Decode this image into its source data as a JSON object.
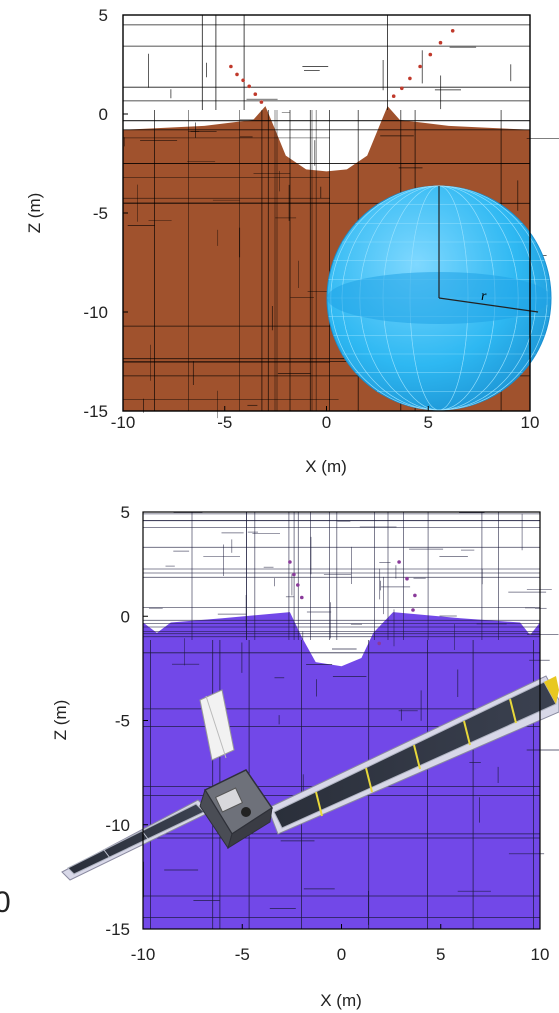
{
  "chart_data": [
    {
      "type": "heatmap",
      "panel": "top",
      "xlabel": "X (m)",
      "ylabel": "Z (m)",
      "xlim": [
        -10,
        10
      ],
      "ylim": [
        -15,
        5
      ],
      "x_ticks": [
        -10,
        -5,
        0,
        5,
        10
      ],
      "y_ticks": [
        5,
        0,
        -5,
        -10,
        -15
      ],
      "x_tick_labels": [
        "-10",
        "-5",
        "0",
        "5",
        "10"
      ],
      "y_tick_labels": [
        "5",
        "0",
        "-5",
        "-10",
        "-15"
      ],
      "grid": true,
      "fill_color": "#a0522d",
      "mesh_color": "#000000",
      "surface_profile": [
        [
          -10,
          -0.8
        ],
        [
          -6,
          -0.6
        ],
        [
          -3.6,
          -0.3
        ],
        [
          -3.0,
          0.4
        ],
        [
          -2.6,
          -0.6
        ],
        [
          -2.0,
          -2.1
        ],
        [
          -1.0,
          -2.8
        ],
        [
          0,
          -2.9
        ],
        [
          1.0,
          -2.8
        ],
        [
          2.0,
          -2.1
        ],
        [
          2.6,
          -0.6
        ],
        [
          3.0,
          0.4
        ],
        [
          3.6,
          -0.3
        ],
        [
          6,
          -0.6
        ],
        [
          10,
          -0.8
        ]
      ],
      "ejecta_points": [
        [
          -4.7,
          2.4
        ],
        [
          -4.4,
          2.0
        ],
        [
          -4.1,
          1.7
        ],
        [
          -3.8,
          1.4
        ],
        [
          -3.5,
          1.0
        ],
        [
          -3.2,
          0.6
        ],
        [
          3.3,
          0.9
        ],
        [
          3.7,
          1.3
        ],
        [
          4.1,
          1.8
        ],
        [
          4.6,
          2.4
        ],
        [
          5.1,
          3.0
        ],
        [
          5.6,
          3.6
        ],
        [
          6.2,
          4.2
        ]
      ],
      "inset": {
        "shape": "sphere",
        "label": "r",
        "color": "#29b6f6"
      }
    },
    {
      "type": "heatmap",
      "panel": "bottom",
      "xlabel": "X (m)",
      "ylabel": "Z (m)",
      "xlim": [
        -10,
        10
      ],
      "ylim": [
        -15,
        5
      ],
      "x_ticks": [
        -10,
        -5,
        0,
        5,
        10
      ],
      "y_ticks": [
        5,
        0,
        -5,
        -10,
        -15
      ],
      "x_tick_labels": [
        "-10",
        "-5",
        "0",
        "5",
        "10"
      ],
      "y_tick_labels": [
        "5",
        "0",
        "-5",
        "-10",
        "-15"
      ],
      "grid": true,
      "fill_color": "#7248e8",
      "mesh_color": "#1a1a3a",
      "surface_profile": [
        [
          -10,
          -0.3
        ],
        [
          -9.3,
          -0.8
        ],
        [
          -8.6,
          -0.3
        ],
        [
          -6,
          -0.1
        ],
        [
          -2.6,
          0.2
        ],
        [
          -2.0,
          -1.0
        ],
        [
          -1.3,
          -2.2
        ],
        [
          0,
          -2.4
        ],
        [
          1.0,
          -2.0
        ],
        [
          1.6,
          -0.8
        ],
        [
          2.6,
          0.2
        ],
        [
          6,
          -0.1
        ],
        [
          9.0,
          -0.3
        ],
        [
          9.5,
          -0.9
        ],
        [
          10,
          -0.3
        ]
      ],
      "ejecta_points": [
        [
          -2.6,
          2.6
        ],
        [
          -2.4,
          2.0
        ],
        [
          -2.2,
          1.5
        ],
        [
          -2.0,
          0.9
        ],
        [
          2.9,
          2.6
        ],
        [
          3.3,
          1.8
        ],
        [
          3.7,
          1.0
        ],
        [
          3.6,
          0.3
        ],
        [
          1.9,
          -1.3
        ]
      ],
      "inset": {
        "shape": "spacecraft"
      }
    }
  ],
  "left_edge_fragment": "0"
}
